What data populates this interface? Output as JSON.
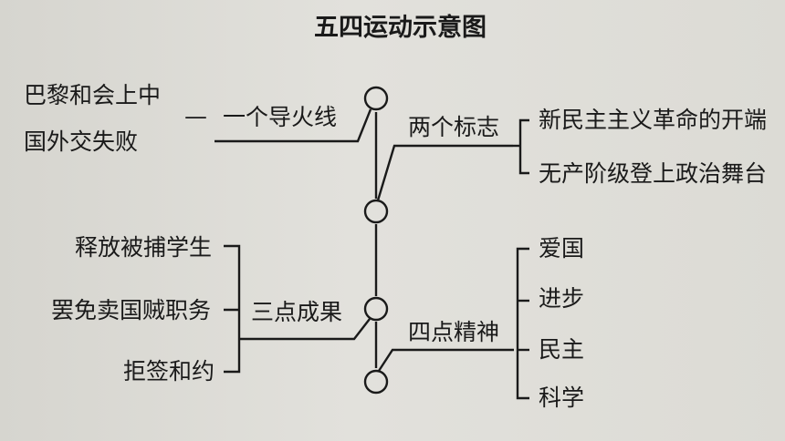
{
  "title": "五四运动示意图",
  "cause": {
    "line1": "巴黎和会上中",
    "line2": "国外交失败",
    "dash": "—",
    "label": "一个导火线"
  },
  "signs": {
    "label": "两个标志",
    "items": [
      "新民主主义革命的开端",
      "无产阶级登上政治舞台"
    ]
  },
  "results": {
    "label": "三点成果",
    "items": [
      "释放被捕学生",
      "罢免卖国贼职务",
      "拒签和约"
    ]
  },
  "spirit": {
    "label": "四点精神",
    "items": [
      "爱国",
      "进步",
      "民主",
      "科学"
    ]
  }
}
